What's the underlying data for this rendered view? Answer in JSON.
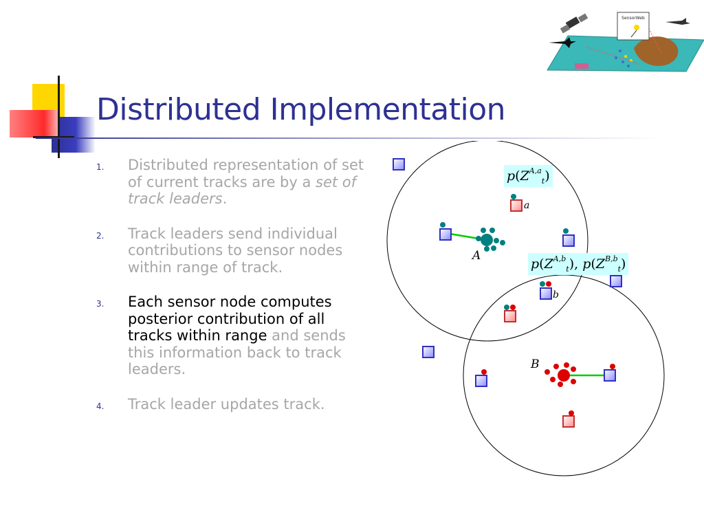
{
  "slide": {
    "title": "Distributed Implementation"
  },
  "items": [
    {
      "number": "1.",
      "text_a": "Distributed representation of set of current tracks are by a ",
      "text_em": "set of track leaders",
      "text_b": "."
    },
    {
      "number": "2.",
      "text": "Track leaders send individual contributions to sensor nodes within range of track."
    },
    {
      "number": "3.",
      "highlight": "Each sensor node computes posterior contribution of all tracks within range",
      "rest": " and sends this information back to track leaders."
    },
    {
      "number": "4.",
      "text": "Track leader updates track."
    }
  ],
  "diagram": {
    "label_A": "A",
    "label_B": "B",
    "label_a": "a",
    "label_b": "b",
    "formula_1": {
      "base": "p",
      "var": "Z",
      "sup": "A,a",
      "sub": "t"
    },
    "formula_2": {
      "first": {
        "base": "p",
        "var": "Z",
        "sup": "A,b",
        "sub": "t"
      },
      "second": {
        "base": "p",
        "var": "Z",
        "sup": "B,b",
        "sub": "t"
      }
    },
    "logo_text": "SensorWeb"
  },
  "colors": {
    "title": "#2e3192",
    "body_text_muted": "#a6a6a6",
    "body_text_highlight": "#000000",
    "formula_bg": "#ccffff",
    "track_A": "#008080",
    "track_B": "#dd0000",
    "link": "#00cc00",
    "sensor_blue": "#4040d0",
    "sensor_red": "#e05050"
  }
}
